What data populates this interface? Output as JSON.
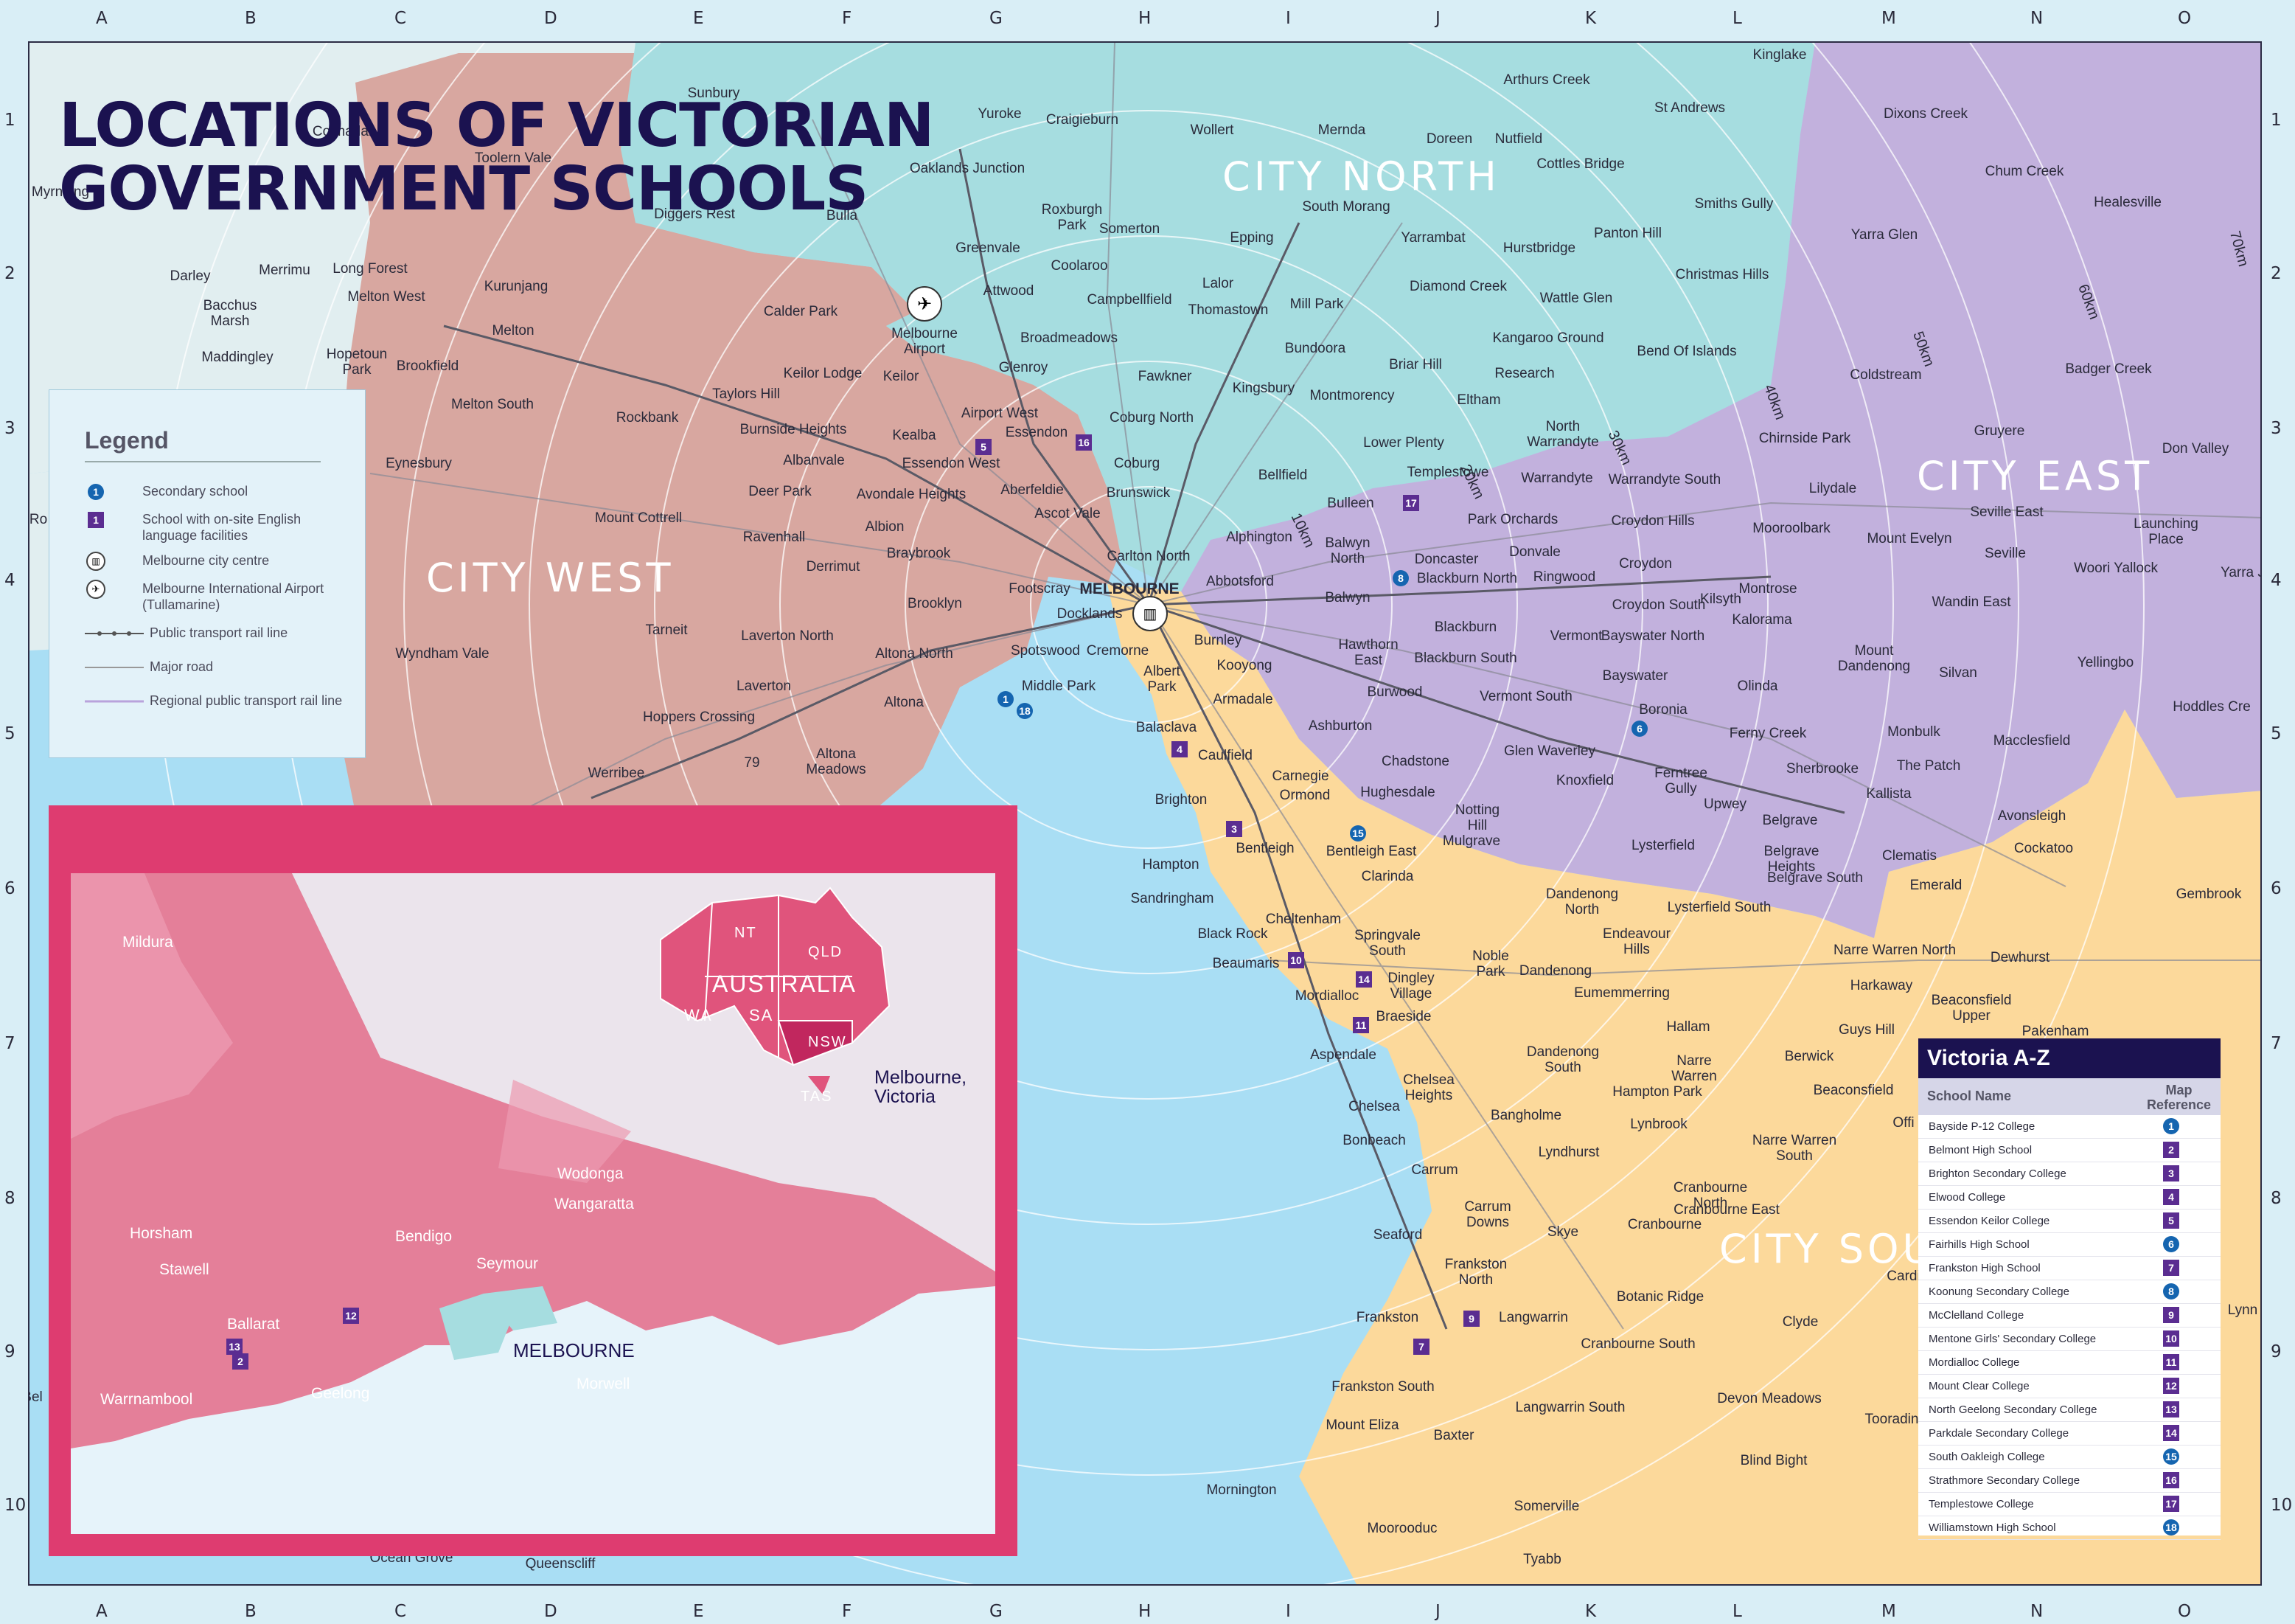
{
  "title_lines": [
    "LOCATIONS OF VICTORIAN",
    "GOVERNMENT SCHOOLS"
  ],
  "grid": {
    "columns": [
      "A",
      "B",
      "C",
      "D",
      "E",
      "F",
      "G",
      "H",
      "I",
      "J",
      "K",
      "L",
      "M",
      "N",
      "O"
    ],
    "rows": [
      "1",
      "2",
      "3",
      "4",
      "5",
      "6",
      "7",
      "8",
      "9",
      "10"
    ]
  },
  "colors": {
    "city_west": "#d8a7a0",
    "city_north": "#a6dde0",
    "city_east": "#c2b1dd",
    "city_south": "#fcd99b",
    "water": "#a9def4",
    "regional": "#e1eef0",
    "inset_frame": "#de3c70",
    "victoria": "#e47f99",
    "az_header": "#1b1250"
  },
  "regions": {
    "city_west": "CITY WEST",
    "city_north": "CITY NORTH",
    "city_east": "CITY EAST",
    "city_south": "CITY SOU"
  },
  "ring_labels": {
    "r10": "10km",
    "r20": "20km",
    "r30": "30km",
    "r40": "40km",
    "r50": "50km",
    "r60": "60km",
    "r70": "70km"
  },
  "places": {
    "sunbury": "Sunbury",
    "yuroke": "Yuroke",
    "craigieburn": "Craigieburn",
    "wollert": "Wollert",
    "mernda": "Mernda",
    "doreen": "Doreen",
    "nutfield": "Nutfield",
    "arthurs_creek": "Arthurs Creek",
    "kinglake": "Kinglake",
    "st_andrews": "St Andrews",
    "dixons_creek": "Dixons Creek",
    "cottles_bridge": "Cottles Bridge",
    "coimadai": "Coimadai",
    "toolern_vale": "Toolern Vale",
    "myrniong": "Myrniong",
    "oaklands_junction": "Oaklands Junction",
    "diggers_rest": "Diggers Rest",
    "bulla": "Bulla",
    "roxburgh_park": "Roxburgh\nPark",
    "somerton": "Somerton",
    "south_morang": "South Morang",
    "smiths_gully": "Smiths Gully",
    "chum_creek": "Chum Creek",
    "healesville": "Healesville",
    "yarrambat": "Yarrambat",
    "epping": "Epping",
    "panton_hill": "Panton Hill",
    "hurstbridge": "Hurstbridge",
    "greenvale": "Greenvale",
    "coolaroo": "Coolaroo",
    "yarra_glen": "Yarra Glen",
    "christmas_hills": "Christmas Hills",
    "darley": "Darley",
    "merrimu": "Merrimu",
    "long_forest": "Long Forest",
    "bacchus_marsh": "Bacchus\nMarsh",
    "melton_west": "Melton West",
    "kurunjang": "Kurunjang",
    "attwood": "Attwood",
    "campbellfield": "Campbellfield",
    "lalor": "Lalor",
    "thomastown": "Thomastown",
    "mill_park": "Mill Park",
    "diamond_creek": "Diamond Creek",
    "wattle_glen": "Wattle Glen",
    "calder_park": "Calder Park",
    "melbourne_airport": "Melbourne\nAirport",
    "melton": "Melton",
    "maddingley": "Maddingley",
    "hopetoun_park": "Hopetoun\nPark",
    "broadmeadows": "Broadmeadows",
    "bundoora": "Bundoora",
    "kangaroo_ground": "Kangaroo Ground",
    "bend_of_islands": "Bend Of Islands",
    "brookfield": "Brookfield",
    "keilor_lodge": "Keilor Lodge",
    "keilor": "Keilor",
    "glenroy": "Glenroy",
    "fawkner": "Fawkner",
    "briar_hill": "Briar Hill",
    "research": "Research",
    "coldstream": "Coldstream",
    "badger_creek": "Badger Creek",
    "melton_south": "Melton South",
    "taylors_hill": "Taylors Hill",
    "kingsbury": "Kingsbury",
    "montmorency": "Montmorency",
    "eltham": "Eltham",
    "rockbank": "Rockbank",
    "airport_west": "Airport West",
    "coburg_north": "Coburg North",
    "north_warrandyte": "North\nWarrandyte",
    "gruyere": "Gruyere",
    "burnside_heights": "Burnside Heights",
    "kealba": "Kealba",
    "essendon": "Essendon",
    "chirnside_park": "Chirnside Park",
    "don_valley": "Don Valley",
    "lower_plenty": "Lower Plenty",
    "eynesbury": "Eynesbury",
    "albanvale": "Albanvale",
    "essendon_west": "Essendon West",
    "coburg": "Coburg",
    "templestowe": "Templestowe",
    "warrandyte": "Warrandyte",
    "warrandyte_south": "Warrandyte South",
    "lilydale": "Lilydale",
    "deer_park": "Deer Park",
    "avondale_heights": "Avondale Heights",
    "aberfeldie": "Aberfeldie",
    "brunswick": "Brunswick",
    "bellfield": "Bellfield",
    "ascot_vale": "Ascot Vale",
    "bulleen": "Bulleen",
    "park_orchards": "Park Orchards",
    "croydon_hills": "Croydon Hills",
    "mooroolbark": "Mooroolbark",
    "seville_east": "Seville East",
    "launching_place": "Launching\nPlace",
    "mount_cottrell": "Mount Cottrell",
    "albion": "Albion",
    "ravenhall": "Ravenhall",
    "balwyn_north": "Balwyn\nNorth",
    "alphington": "Alphington",
    "mount_evelyn": "Mount Evelyn",
    "carlton_north": "Carlton North",
    "doncaster": "Doncaster",
    "donvale": "Donvale",
    "seville": "Seville",
    "derrimut": "Derrimut",
    "braybrook": "Braybrook",
    "blackburn_north": "Blackburn North",
    "ringwood": "Ringwood",
    "croydon": "Croydon",
    "woori_yallock": "Woori Yallock",
    "yarra_junction": "Yarra J",
    "footscray": "Footscray",
    "melbourne": "MELBOURNE",
    "abbotsford": "Abbotsford",
    "montrose": "Montrose",
    "brooklyn": "Brooklyn",
    "docklands": "Docklands",
    "balwyn": "Balwyn",
    "kilsyth": "Kilsyth",
    "croydon_south": "Croydon South",
    "wandin_east": "Wandin East",
    "tarneit": "Tarneit",
    "kalorama": "Kalorama",
    "laverton_north": "Laverton North",
    "burnley": "Burnley",
    "hawthorn_east": "Hawthorn\nEast",
    "blackburn": "Blackburn",
    "vermont": "Vermont",
    "bayswater_north": "Bayswater North",
    "mount_dandenong": "Mount\nDandenong",
    "wyndham_vale": "Wyndham Vale",
    "altona_north": "Altona North",
    "spotswood": "Spotswood",
    "cremorne": "Cremorne",
    "blackburn_south": "Blackburn South",
    "yellingbo": "Yellingbo",
    "albert_park": "Albert\nPark",
    "kooyong": "Kooyong",
    "bayswater": "Bayswater",
    "silvan": "Silvan",
    "laverton": "Laverton",
    "middle_park": "Middle Park",
    "olinda": "Olinda",
    "burwood": "Burwood",
    "vermont_south": "Vermont South",
    "armadale": "Armadale",
    "hoddles_creek": "Hoddles Cre",
    "hoppers_crossing": "Hoppers Crossing",
    "altona": "Altona",
    "boronia": "Boronia",
    "ashburton": "Ashburton",
    "balaclava": "Balaclava",
    "ferny_creek": "Ferny Creek",
    "monbulk": "Monbulk",
    "werribee": "Werribee",
    "altona_meadows": "Altona\nMeadows",
    "caulfield": "Caulfield",
    "glen_waverley": "Glen Waverley",
    "macclesfield": "Macclesfield",
    "chadstone": "Chadstone",
    "knoxfield": "Knoxfield",
    "ferntree_gully": "Ferntree\nGully",
    "sherbrooke": "Sherbrooke",
    "the_patch": "The Patch",
    "carnegie": "Carnegie",
    "ormond": "Ormond",
    "brighton": "Brighton",
    "hughesdale": "Hughesdale",
    "notting_hill": "Notting\nHill",
    "upwey": "Upwey",
    "kallista": "Kallista",
    "belgrave": "Belgrave",
    "avonsleigh": "Avonsleigh",
    "bentleigh": "Bentleigh",
    "bentleigh_east": "Bentleigh East",
    "mulgrave": "Mulgrave",
    "lysterfield": "Lysterfield",
    "belgrave_heights": "Belgrave\nHeights",
    "belgrave_south": "Belgrave South",
    "cockatoo": "Cockatoo",
    "hampton": "Hampton",
    "clarinda": "Clarinda",
    "clematis": "Clematis",
    "sandringham": "Sandringham",
    "dandenong_north": "Dandenong\nNorth",
    "lysterfield_south": "Lysterfield South",
    "emerald": "Emerald",
    "gembrook": "Gembrook",
    "cheltenham": "Cheltenham",
    "black_rock": "Black Rock",
    "springvale_south": "Springvale\nSouth",
    "endeavour_hills": "Endeavour\nHills",
    "noble_park": "Noble\nPark",
    "narre_warren_north": "Narre Warren North",
    "beaumaris": "Beaumaris",
    "dingley_village": "Dingley\nVillage",
    "dandenong": "Dandenong",
    "dewhurst": "Dewhurst",
    "harkaway": "Harkaway",
    "beaconsfield_upper": "Beaconsfield\nUpper",
    "mordialloc": "Mordialloc",
    "eumemmerring": "Eumemmerring",
    "braeside": "Braeside",
    "hallam": "Hallam",
    "guys_hill": "Guys Hill",
    "pakenham_upper": "Pakenham\nUpper",
    "aspendale": "Aspendale",
    "dandenong_south": "Dandenong\nSouth",
    "narre_warren": "Narre\nWarren",
    "berwick": "Berwick",
    "chelsea_heights": "Chelsea\nHeights",
    "hampton_park": "Hampton Park",
    "beaconsfield": "Beaconsfield",
    "officer": "Offi",
    "chelsea": "Chelsea",
    "bangholme": "Bangholme",
    "lynbrook": "Lynbrook",
    "narre_warren_south": "Narre Warren\nSouth",
    "bonbeach": "Bonbeach",
    "lyndhurst": "Lyndhurst",
    "carrum": "Carrum",
    "cranbourne_north": "Cranbourne\nNorth",
    "cranbourne_east": "Cranbourne East",
    "carrum_downs": "Carrum\nDowns",
    "cranbourne": "Cranbourne",
    "seaford": "Seaford",
    "skye": "Skye",
    "cardinia": "Cardi",
    "frankston_north": "Frankston\nNorth",
    "botanic_ridge": "Botanic Ridge",
    "frankston": "Frankston",
    "langwarrin": "Langwarrin",
    "clyde": "Clyde",
    "lynbrook_east": "Lynn",
    "cranbourne_south": "Cranbourne South",
    "frankston_south": "Frankston South",
    "devon_meadows": "Devon Meadows",
    "langwarrin_south": "Langwarrin South",
    "tooradin": "Tooradin",
    "mount_eliza": "Mount Eliza",
    "baxter": "Baxter",
    "blind_bight": "Blind Bight",
    "mornington": "Mornington",
    "somerville": "Somerville",
    "moorooduc": "Moorooduc",
    "tyabb": "Tyabb",
    "ocean_grove": "Ocean Grove",
    "queenscliff": "Queenscliff",
    "road_79": "79",
    "rockbank_edge": "Ro",
    "bell_edge": "Bel"
  },
  "legend": {
    "title": "Legend",
    "items": [
      {
        "symbol": "secondary-school",
        "label": "Secondary school"
      },
      {
        "symbol": "english-language-school",
        "label": "School with on-site English language facilities"
      },
      {
        "symbol": "city-centre",
        "label": "Melbourne city centre"
      },
      {
        "symbol": "airport",
        "label": "Melbourne International Airport (Tullamarine)"
      },
      {
        "symbol": "rail-line",
        "label": "Public transport rail line"
      },
      {
        "symbol": "major-road",
        "label": "Major road"
      },
      {
        "symbol": "regional-rail",
        "label": "Regional public transport rail line"
      }
    ],
    "sample_marker_circle": "1",
    "sample_marker_square": "1"
  },
  "inset": {
    "places": {
      "mildura": "Mildura",
      "horsham": "Horsham",
      "stawell": "Stawell",
      "bendigo": "Bendigo",
      "wodonga": "Wodonga",
      "wangaratta": "Wangaratta",
      "seymour": "Seymour",
      "ballarat": "Ballarat",
      "melbourne": "MELBOURNE",
      "warrnambool": "Warrnambool",
      "geelong": "Geelong",
      "morwell": "Morwell"
    },
    "australia": {
      "title": "AUSTRALIA",
      "nt": "NT",
      "qld": "QLD",
      "wa": "WA",
      "sa": "SA",
      "nsw": "NSW",
      "tas": "TAS",
      "callout": "Melbourne,\nVictoria"
    },
    "markers": {
      "ballarat": "12",
      "geelong_north": "13",
      "geelong": "2"
    }
  },
  "markers": [
    {
      "id": "1",
      "shape": "circle"
    },
    {
      "id": "2",
      "shape": "square"
    },
    {
      "id": "3",
      "shape": "square"
    },
    {
      "id": "4",
      "shape": "square"
    },
    {
      "id": "5",
      "shape": "square"
    },
    {
      "id": "6",
      "shape": "circle"
    },
    {
      "id": "7",
      "shape": "square"
    },
    {
      "id": "8",
      "shape": "circle"
    },
    {
      "id": "9",
      "shape": "square"
    },
    {
      "id": "10",
      "shape": "square"
    },
    {
      "id": "11",
      "shape": "square"
    },
    {
      "id": "12",
      "shape": "square"
    },
    {
      "id": "13",
      "shape": "square"
    },
    {
      "id": "14",
      "shape": "square"
    },
    {
      "id": "15",
      "shape": "circle"
    },
    {
      "id": "16",
      "shape": "square"
    },
    {
      "id": "17",
      "shape": "square"
    },
    {
      "id": "18",
      "shape": "circle"
    }
  ],
  "az": {
    "title": "Victoria A-Z",
    "col_name": "School Name",
    "col_ref": "Map\nReference",
    "schools": [
      {
        "name": "Bayside P-12 College",
        "ref": "1",
        "shape": "circle"
      },
      {
        "name": "Belmont High School",
        "ref": "2",
        "shape": "square"
      },
      {
        "name": "Brighton Secondary College",
        "ref": "3",
        "shape": "square"
      },
      {
        "name": "Elwood College",
        "ref": "4",
        "shape": "square"
      },
      {
        "name": "Essendon Keilor College",
        "ref": "5",
        "shape": "square"
      },
      {
        "name": "Fairhills High School",
        "ref": "6",
        "shape": "circle"
      },
      {
        "name": "Frankston High School",
        "ref": "7",
        "shape": "square"
      },
      {
        "name": "Koonung Secondary College",
        "ref": "8",
        "shape": "circle"
      },
      {
        "name": "McClelland College",
        "ref": "9",
        "shape": "square"
      },
      {
        "name": "Mentone Girls' Secondary College",
        "ref": "10",
        "shape": "square"
      },
      {
        "name": "Mordialloc College",
        "ref": "11",
        "shape": "square"
      },
      {
        "name": "Mount Clear College",
        "ref": "12",
        "shape": "square"
      },
      {
        "name": "North Geelong Secondary College",
        "ref": "13",
        "shape": "square"
      },
      {
        "name": "Parkdale Secondary College",
        "ref": "14",
        "shape": "square"
      },
      {
        "name": "South Oakleigh College",
        "ref": "15",
        "shape": "circle"
      },
      {
        "name": "Strathmore Secondary College",
        "ref": "16",
        "shape": "square"
      },
      {
        "name": "Templestowe College",
        "ref": "17",
        "shape": "square"
      },
      {
        "name": "Williamstown High School",
        "ref": "18",
        "shape": "circle"
      }
    ]
  }
}
